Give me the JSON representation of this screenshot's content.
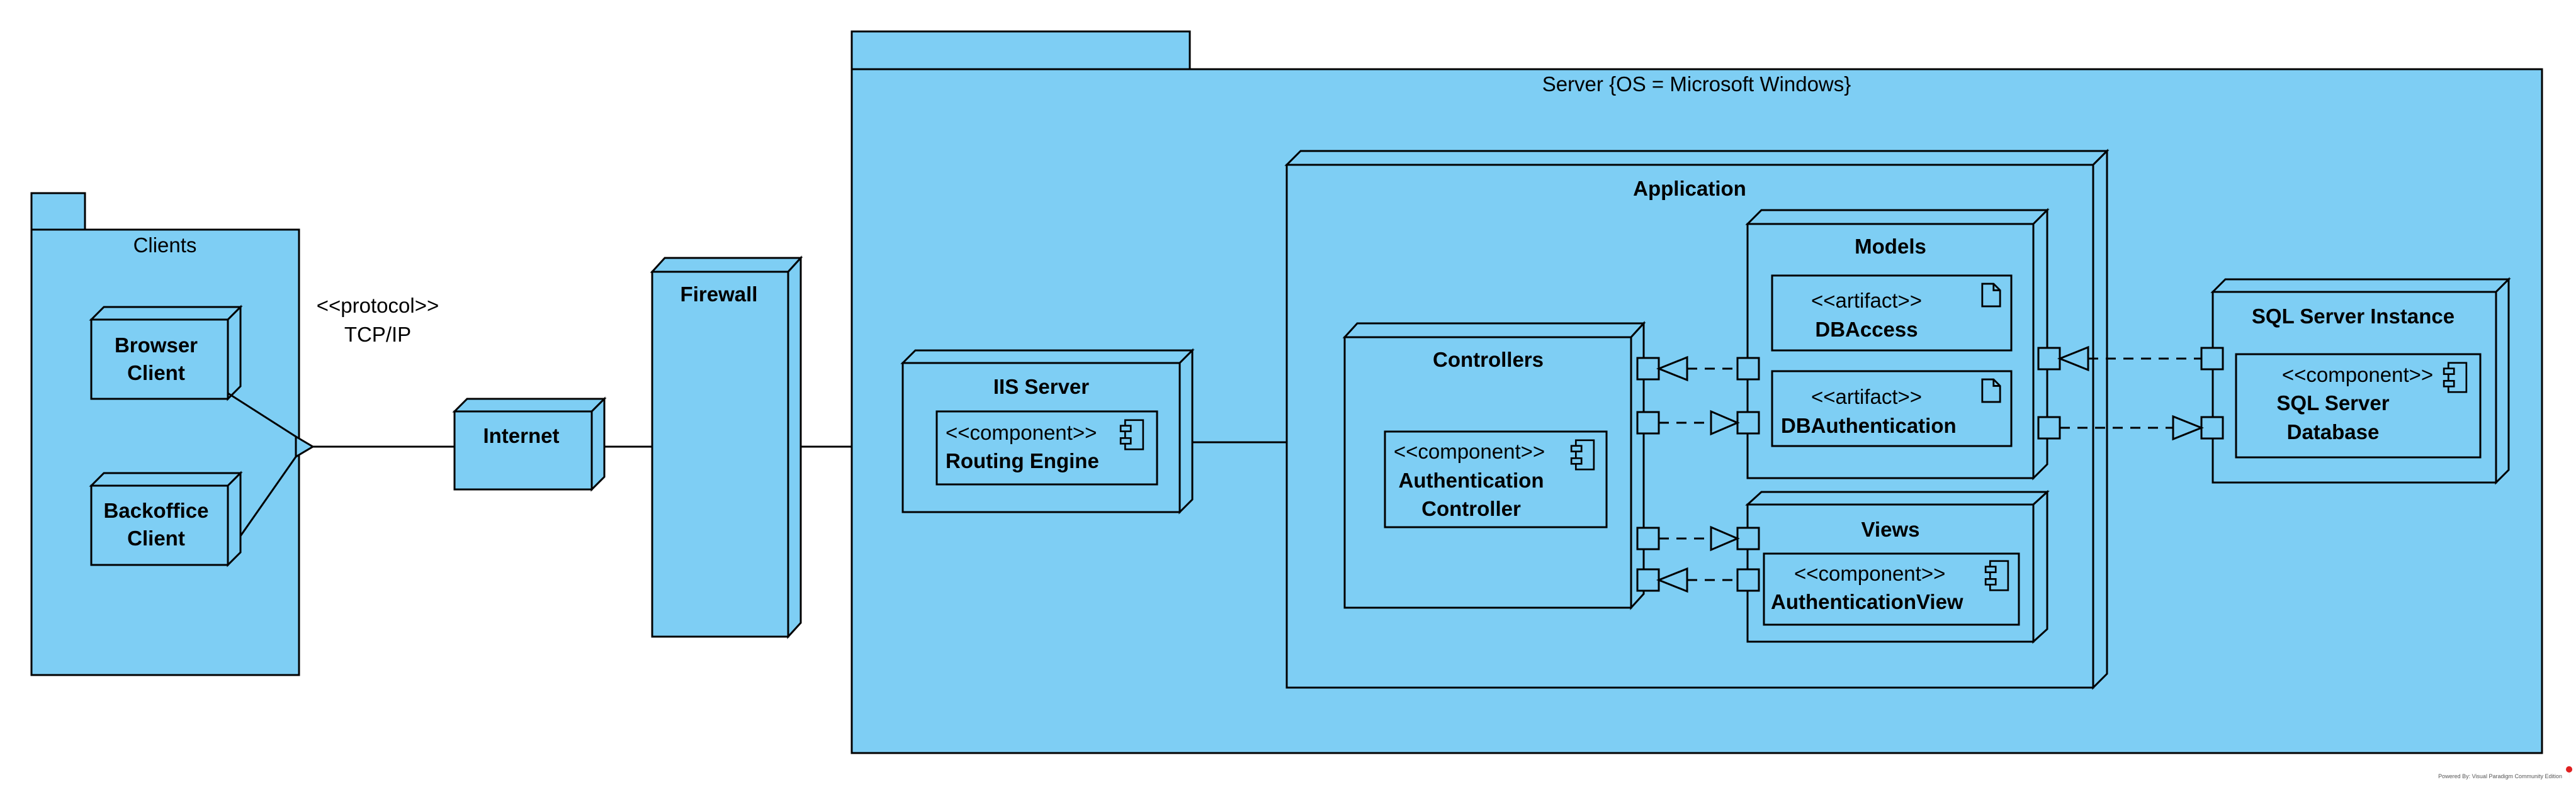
{
  "colors": {
    "fill": "#7ecef4",
    "stroke": "#000000",
    "background": "#ffffff",
    "watermark_icon": "#e02020"
  },
  "clients": {
    "title": "Clients",
    "browser_line1": "Browser",
    "browser_line2": "Client",
    "backoffice_line1": "Backoffice",
    "backoffice_line2": "Client"
  },
  "connector": {
    "stereotype": "<<protocol>>",
    "label": "TCP/IP"
  },
  "internet": {
    "title": "Internet"
  },
  "firewall": {
    "title": "Firewall"
  },
  "server": {
    "title": "Server {OS = Microsoft Windows}",
    "iis": {
      "title": "IIS Server",
      "component_stereotype": "<<component>>",
      "component_name": "Routing Engine"
    },
    "application": {
      "title": "Application",
      "controllers": {
        "title": "Controllers",
        "component_stereotype": "<<component>>",
        "component_line1": "Authentication",
        "component_line2": "Controller"
      },
      "models": {
        "title": "Models",
        "artifact1_stereotype": "<<artifact>>",
        "artifact1_name": "DBAccess",
        "artifact2_stereotype": "<<artifact>>",
        "artifact2_name": "DBAuthentication"
      },
      "views": {
        "title": "Views",
        "component_stereotype": "<<component>>",
        "component_name": "AuthenticationView"
      }
    },
    "sql": {
      "title": "SQL Server Instance",
      "component_stereotype": "<<component>>",
      "component_line1": "SQL Server",
      "component_line2": "Database"
    }
  },
  "watermark": "Powered By: Visual Paradigm Community Edition"
}
